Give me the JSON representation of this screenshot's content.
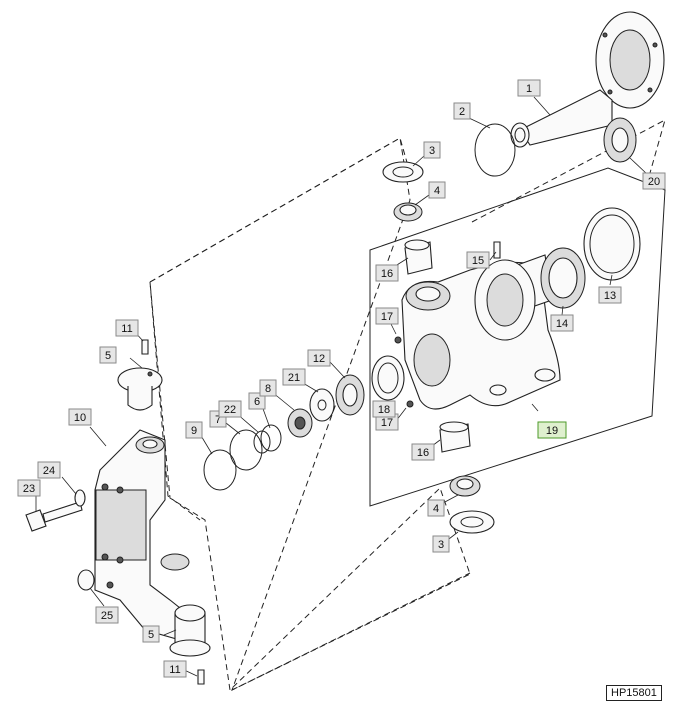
{
  "diagram": {
    "image_code": "HP15801",
    "highlight_color": "#4c9a2a",
    "callouts": [
      {
        "id": "c1",
        "text": "1",
        "highlighted": false
      },
      {
        "id": "c2",
        "text": "2",
        "highlighted": false
      },
      {
        "id": "c3a",
        "text": "3",
        "highlighted": false
      },
      {
        "id": "c3b",
        "text": "3",
        "highlighted": false
      },
      {
        "id": "c4a",
        "text": "4",
        "highlighted": false
      },
      {
        "id": "c4b",
        "text": "4",
        "highlighted": false
      },
      {
        "id": "c5a",
        "text": "5",
        "highlighted": false
      },
      {
        "id": "c5b",
        "text": "5",
        "highlighted": false
      },
      {
        "id": "c6",
        "text": "6",
        "highlighted": false
      },
      {
        "id": "c7",
        "text": "7",
        "highlighted": false
      },
      {
        "id": "c8",
        "text": "8",
        "highlighted": false
      },
      {
        "id": "c9",
        "text": "9",
        "highlighted": false
      },
      {
        "id": "c10",
        "text": "10",
        "highlighted": false
      },
      {
        "id": "c11a",
        "text": "11",
        "highlighted": false
      },
      {
        "id": "c11b",
        "text": "11",
        "highlighted": false
      },
      {
        "id": "c12",
        "text": "12",
        "highlighted": false
      },
      {
        "id": "c13",
        "text": "13",
        "highlighted": false
      },
      {
        "id": "c14",
        "text": "14",
        "highlighted": false
      },
      {
        "id": "c15",
        "text": "15",
        "highlighted": false
      },
      {
        "id": "c16a",
        "text": "16",
        "highlighted": false
      },
      {
        "id": "c16b",
        "text": "16",
        "highlighted": false
      },
      {
        "id": "c17a",
        "text": "17",
        "highlighted": false
      },
      {
        "id": "c17b",
        "text": "17",
        "highlighted": false
      },
      {
        "id": "c18",
        "text": "18",
        "highlighted": false
      },
      {
        "id": "c19",
        "text": "19",
        "highlighted": true
      },
      {
        "id": "c20",
        "text": "20",
        "highlighted": false
      },
      {
        "id": "c21",
        "text": "21",
        "highlighted": false
      },
      {
        "id": "c22",
        "text": "22",
        "highlighted": false
      },
      {
        "id": "c23",
        "text": "23",
        "highlighted": false
      },
      {
        "id": "c24",
        "text": "24",
        "highlighted": false
      },
      {
        "id": "c25",
        "text": "25",
        "highlighted": false
      }
    ]
  }
}
